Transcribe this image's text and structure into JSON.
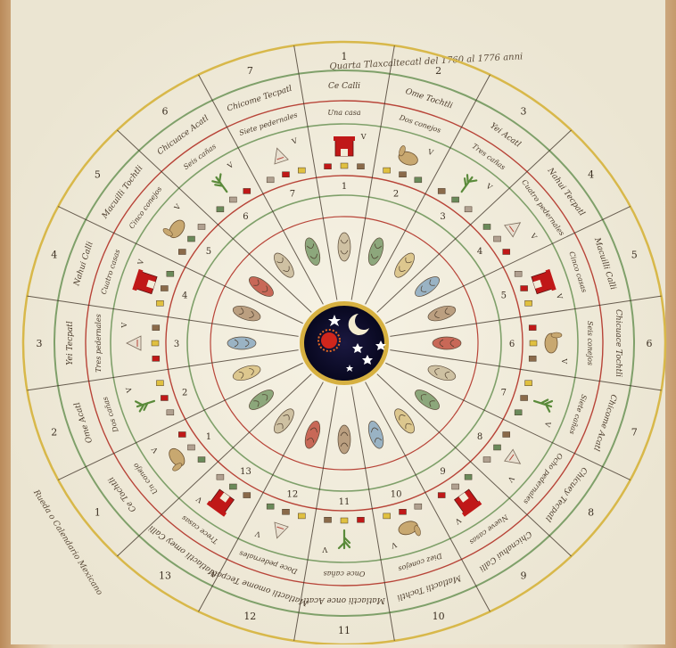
{
  "caption_top": "Quarta Tlaxcaltecatl del 1760 al 1776 anni",
  "caption_left": "Rueda o Calendario Mexicano",
  "outer_numbers": [
    "1",
    "2",
    "3",
    "4",
    "5",
    "6",
    "7",
    "8",
    "9",
    "10",
    "11",
    "12",
    "13",
    "1",
    "2",
    "3",
    "4",
    "5",
    "6",
    "7"
  ],
  "outer_names": [
    "Ce Calli",
    "Ome Tochtli",
    "Yei Acatl",
    "Nahui Tecpatl",
    "Macuilli Calli",
    "Chicuace Tochtli",
    "Chicome Acatl",
    "Chicuey Tecpatl",
    "Chicnahui Calli",
    "Matlactli Tochtli",
    "Matlactli once Acatl",
    "Matlactli omome Tecpatl",
    "Matlactli omey Calli",
    "Ce Tochtli",
    "Ome Acatl",
    "Yei Tecpatl",
    "Nahui Calli",
    "Macuilli Tochtli",
    "Chicuace Acatl",
    "Chicome Tecpatl"
  ],
  "inner_numbers": [
    "1",
    "2",
    "3",
    "4",
    "5",
    "6",
    "7",
    "8",
    "9",
    "10",
    "11",
    "12",
    "13",
    "1",
    "2",
    "3",
    "4",
    "5",
    "6",
    "7"
  ],
  "inner_names": [
    "Una casa",
    "Dos conejos",
    "Tres cañas",
    "Cuatro pedernales",
    "Cinco casas",
    "Seis conejos",
    "Siete cañas",
    "Ocho pedernales",
    "Nueve casas",
    "Diez conejos",
    "Once cañas",
    "Doce pedernales",
    "Trece casas",
    "Un conejo",
    "Dos cañas",
    "Tres pedernales",
    "Cuatro casas",
    "Cinco conejos",
    "Seis cañas",
    "Siete pedernales"
  ],
  "symbols": [
    "house",
    "rabbit",
    "reed",
    "flint"
  ],
  "colors": {
    "outer_ring": "#d8b84a",
    "green_ring": "#7fa06a",
    "red_line": "#b84438",
    "center_sky": "#0c0c2a",
    "center_rim": "#d6b040",
    "house_red": "#c01818",
    "ink": "#3a2e22"
  }
}
